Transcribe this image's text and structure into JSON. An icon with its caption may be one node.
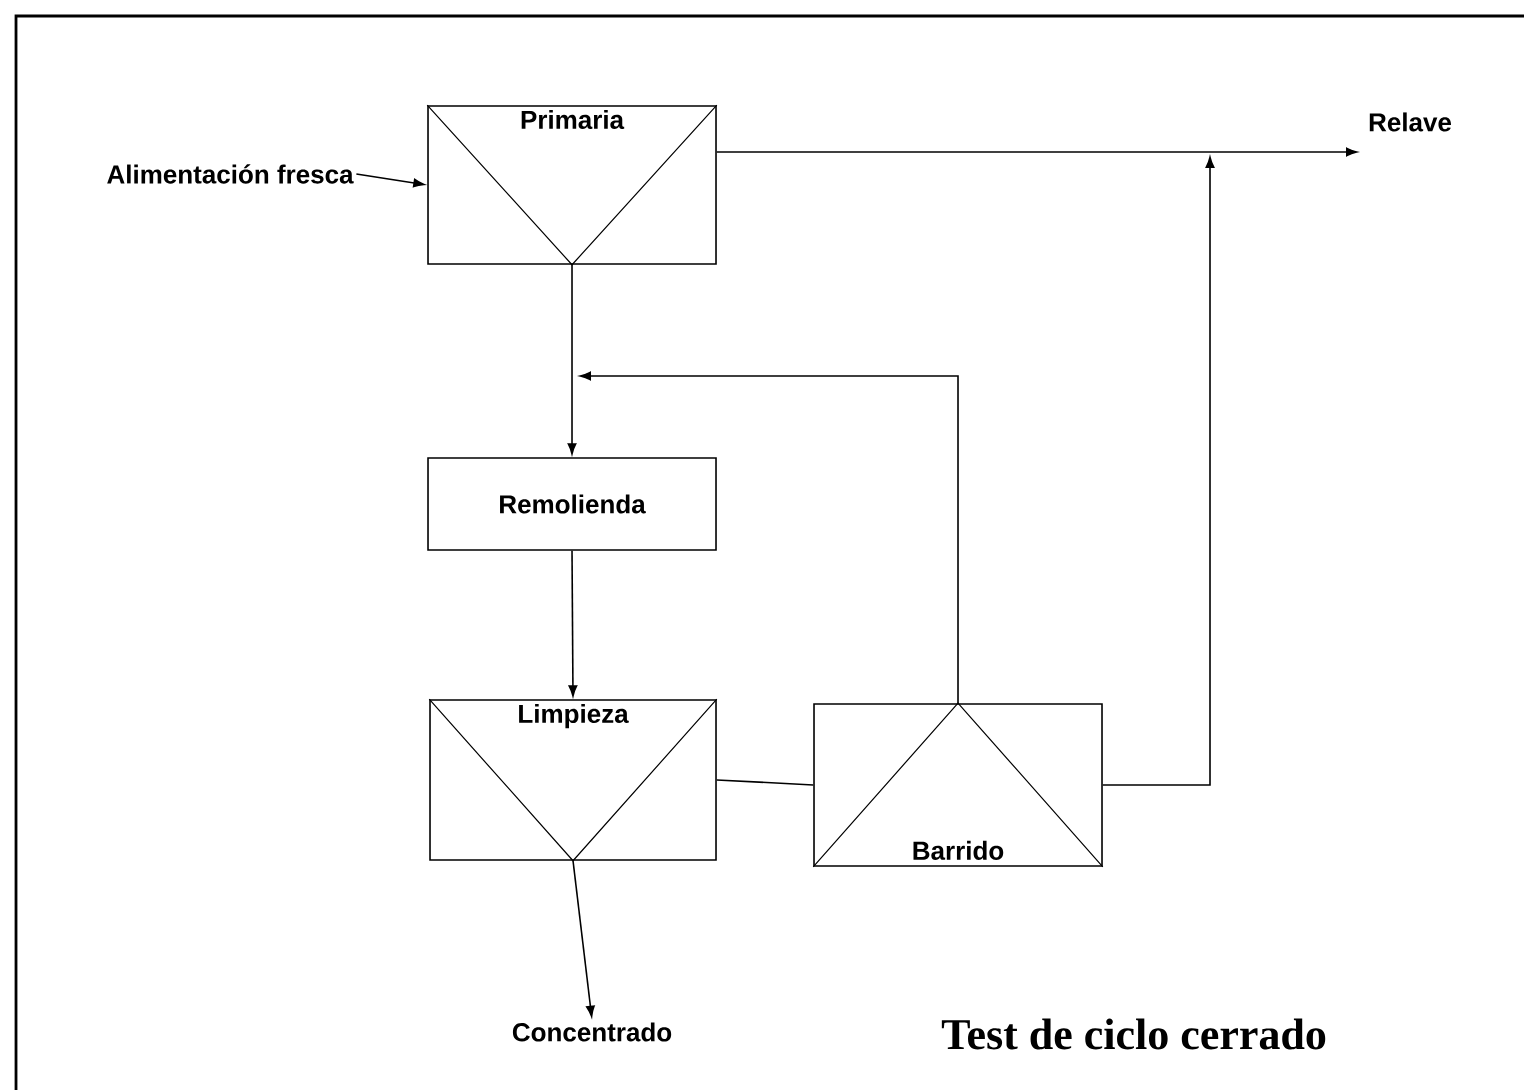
{
  "diagram": {
    "caption": "Test de ciclo cerrado",
    "nodes": [
      {
        "text": [
          "Alimentación fresca"
        ]
      },
      {
        "text": [
          "Primaria"
        ]
      },
      {
        "text": [
          "Relave"
        ]
      },
      {
        "text": [
          "Remolienda"
        ]
      },
      {
        "text": [
          "Limpieza"
        ]
      },
      {
        "text": [
          "Barrido"
        ]
      },
      {
        "text": [
          "Concentrado"
        ]
      }
    ],
    "edges": [
      {
        "from": 0,
        "to": 1,
        "arrow": "to"
      },
      {
        "from": 1,
        "to": 2,
        "arrow": "to"
      },
      {
        "from": 1,
        "to": 3,
        "arrow": "to"
      },
      {
        "from": 5,
        "to": 3,
        "arrow": "to"
      },
      {
        "from": 3,
        "to": 4,
        "arrow": "to"
      },
      {
        "from": 4,
        "to": 5,
        "arrow": "none"
      },
      {
        "from": 5,
        "to": 2,
        "arrow": "to"
      },
      {
        "from": 4,
        "to": 6,
        "arrow": "to"
      }
    ]
  }
}
